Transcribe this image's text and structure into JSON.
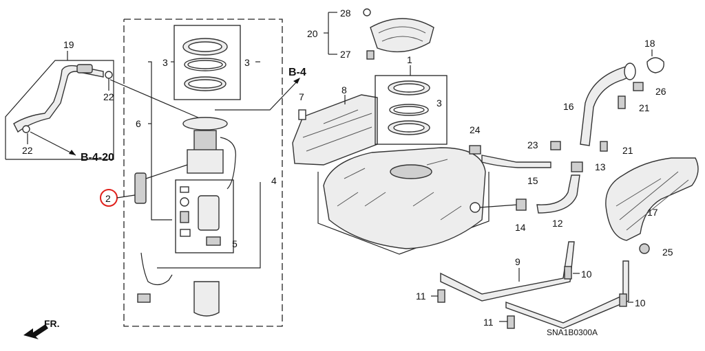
{
  "diagram_code": "SNA1B0300A",
  "direction_label": "FR.",
  "highlighted_callout": "2",
  "highlight_color": "#e0201b",
  "refs": {
    "b4": "B-4",
    "b4_20": "B-4-20"
  },
  "callouts": {
    "c1": "1",
    "c2": "2",
    "c3a": "3",
    "c3b": "3",
    "c3c": "3",
    "c4": "4",
    "c5": "5",
    "c6": "6",
    "c7": "7",
    "c8": "8",
    "c9": "9",
    "c10a": "10",
    "c10b": "10",
    "c11a": "11",
    "c11b": "11",
    "c12": "12",
    "c13": "13",
    "c14": "14",
    "c15": "15",
    "c16": "16",
    "c17": "17",
    "c18": "18",
    "c19": "19",
    "c20": "20",
    "c21a": "21",
    "c21b": "21",
    "c22a": "22",
    "c22b": "22",
    "c23": "23",
    "c24": "24",
    "c25": "25",
    "c26": "26",
    "c27": "27",
    "c28": "28"
  }
}
